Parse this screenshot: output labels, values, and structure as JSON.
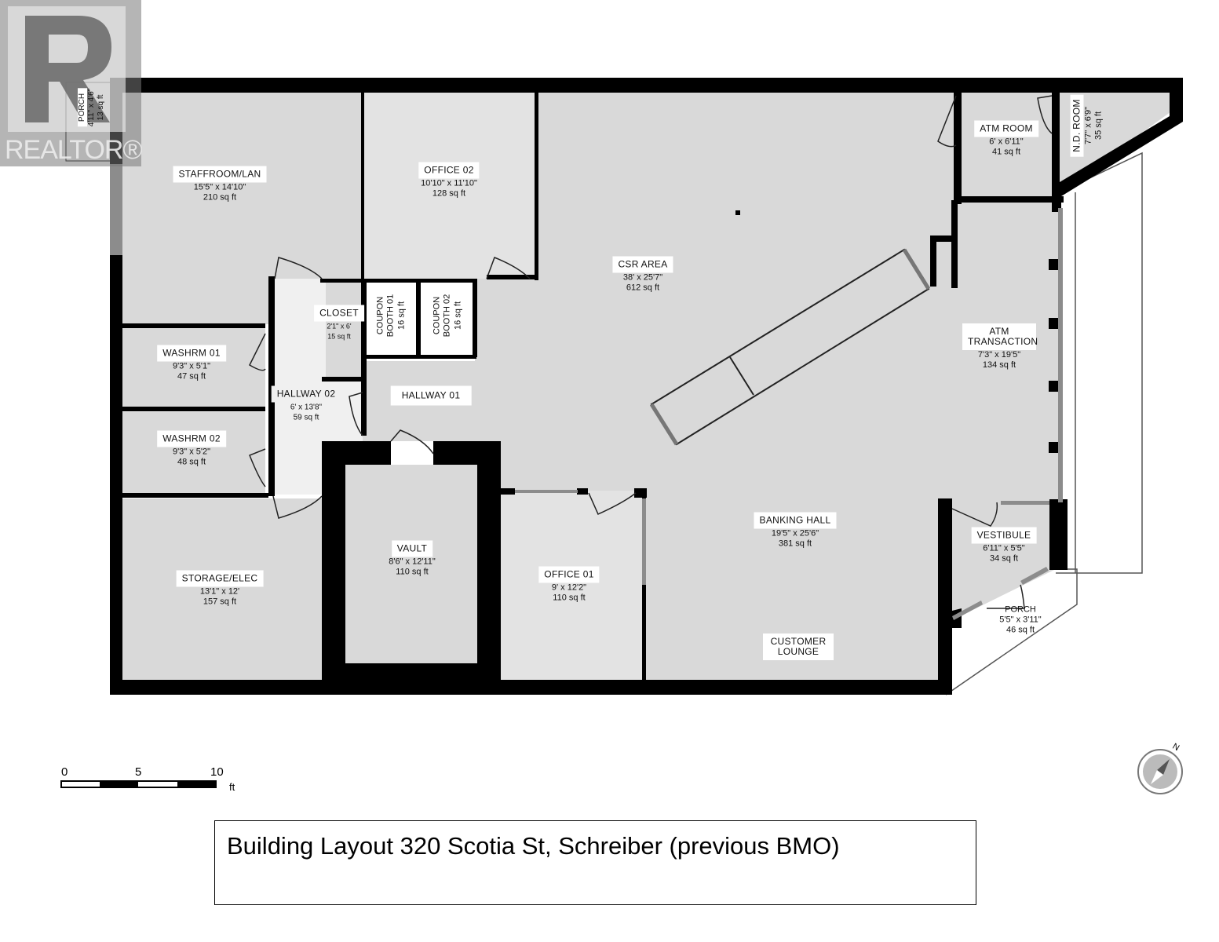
{
  "brand": {
    "logo_text": "REALTOR®",
    "logo_letter": "R"
  },
  "rooms": [
    {
      "name": "PORCH",
      "dims": "4'11\" x 4'6\"",
      "area": "13 sq ft"
    },
    {
      "name": "STAFFROOM/LAN",
      "dims": "15'5\" x 14'10\"",
      "area": "210 sq ft"
    },
    {
      "name": "OFFICE 02",
      "dims": "10'10\" x 11'10\"",
      "area": "128 sq ft"
    },
    {
      "name": "CSR AREA",
      "dims": "38' x 25'7\"",
      "area": "612 sq ft"
    },
    {
      "name": "ATM ROOM",
      "dims": "6' x 6'11\"",
      "area": "41 sq ft"
    },
    {
      "name": "N.D. ROOM",
      "dims": "7'7\" x 6'9\"",
      "area": "35 sq ft"
    },
    {
      "name": "CLOSET",
      "dims": "2'1\" x 6'",
      "area": "15 sq ft"
    },
    {
      "name": "COUPON BOOTH 01",
      "area": "16 sq ft"
    },
    {
      "name": "COUPON BOOTH 02",
      "area": "16 sq ft"
    },
    {
      "name": "WASHRM 01",
      "dims": "9'3\" x 5'1\"",
      "area": "47 sq ft"
    },
    {
      "name": "WASHRM 02",
      "dims": "9'3\" x 5'2\"",
      "area": "48 sq ft"
    },
    {
      "name": "HALLWAY 02",
      "dims": "6' x 13'8\"",
      "area": "59 sq ft"
    },
    {
      "name": "HALLWAY 01"
    },
    {
      "name": "ATM TRANSACTION",
      "dims": "7'3\" x 19'5\"",
      "area": "134 sq ft"
    },
    {
      "name": "VAULT",
      "dims": "8'6\" x 12'11\"",
      "area": "110 sq ft"
    },
    {
      "name": "OFFICE 01",
      "dims": "9' x 12'2\"",
      "area": "110 sq ft"
    },
    {
      "name": "BANKING HALL",
      "dims": "19'5\" x 25'6\"",
      "area": "381 sq ft"
    },
    {
      "name": "STORAGE/ELEC",
      "dims": "13'1\" x 12'",
      "area": "157 sq ft"
    },
    {
      "name": "VESTIBULE",
      "dims": "6'11\" x 5'5\"",
      "area": "34 sq ft"
    },
    {
      "name": "PORCH",
      "dims": "5'5\" x 3'11\"",
      "area": "46 sq ft"
    },
    {
      "name": "CUSTOMER LOUNGE"
    }
  ],
  "scale": {
    "ticks": [
      "0",
      "5",
      "10"
    ],
    "unit": "ft"
  },
  "compass": {
    "label": "N"
  },
  "caption": "Building Layout 320 Scotia St, Schreiber (previous BMO)",
  "colors": {
    "wall": "#000000",
    "floor": "#d9d9d9",
    "hall": "#efefef",
    "window": "#8c8c8c"
  }
}
